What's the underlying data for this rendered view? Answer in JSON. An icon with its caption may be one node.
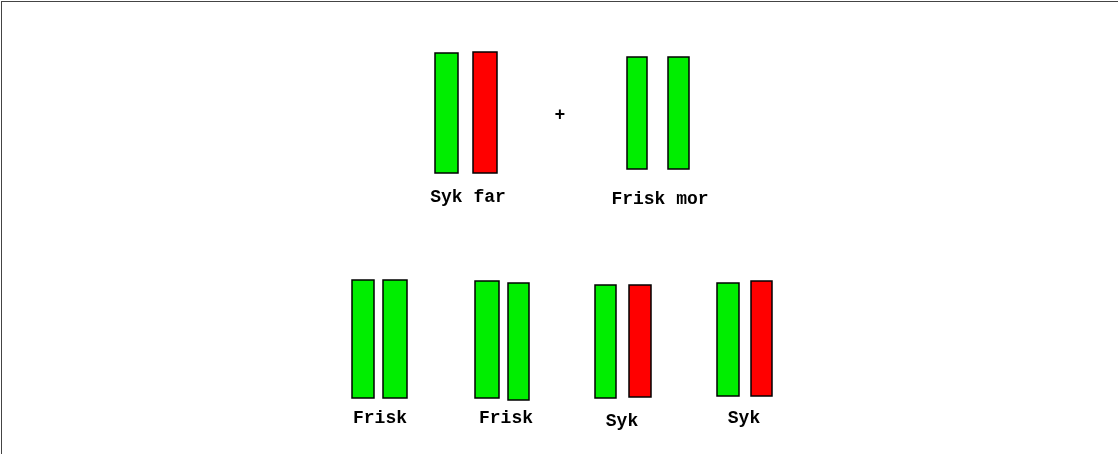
{
  "diagram": {
    "labels": [
      "Syk far",
      "+",
      "Frisk mor",
      "Frisk",
      "Frisk",
      "Syk",
      "Syk"
    ]
  }
}
